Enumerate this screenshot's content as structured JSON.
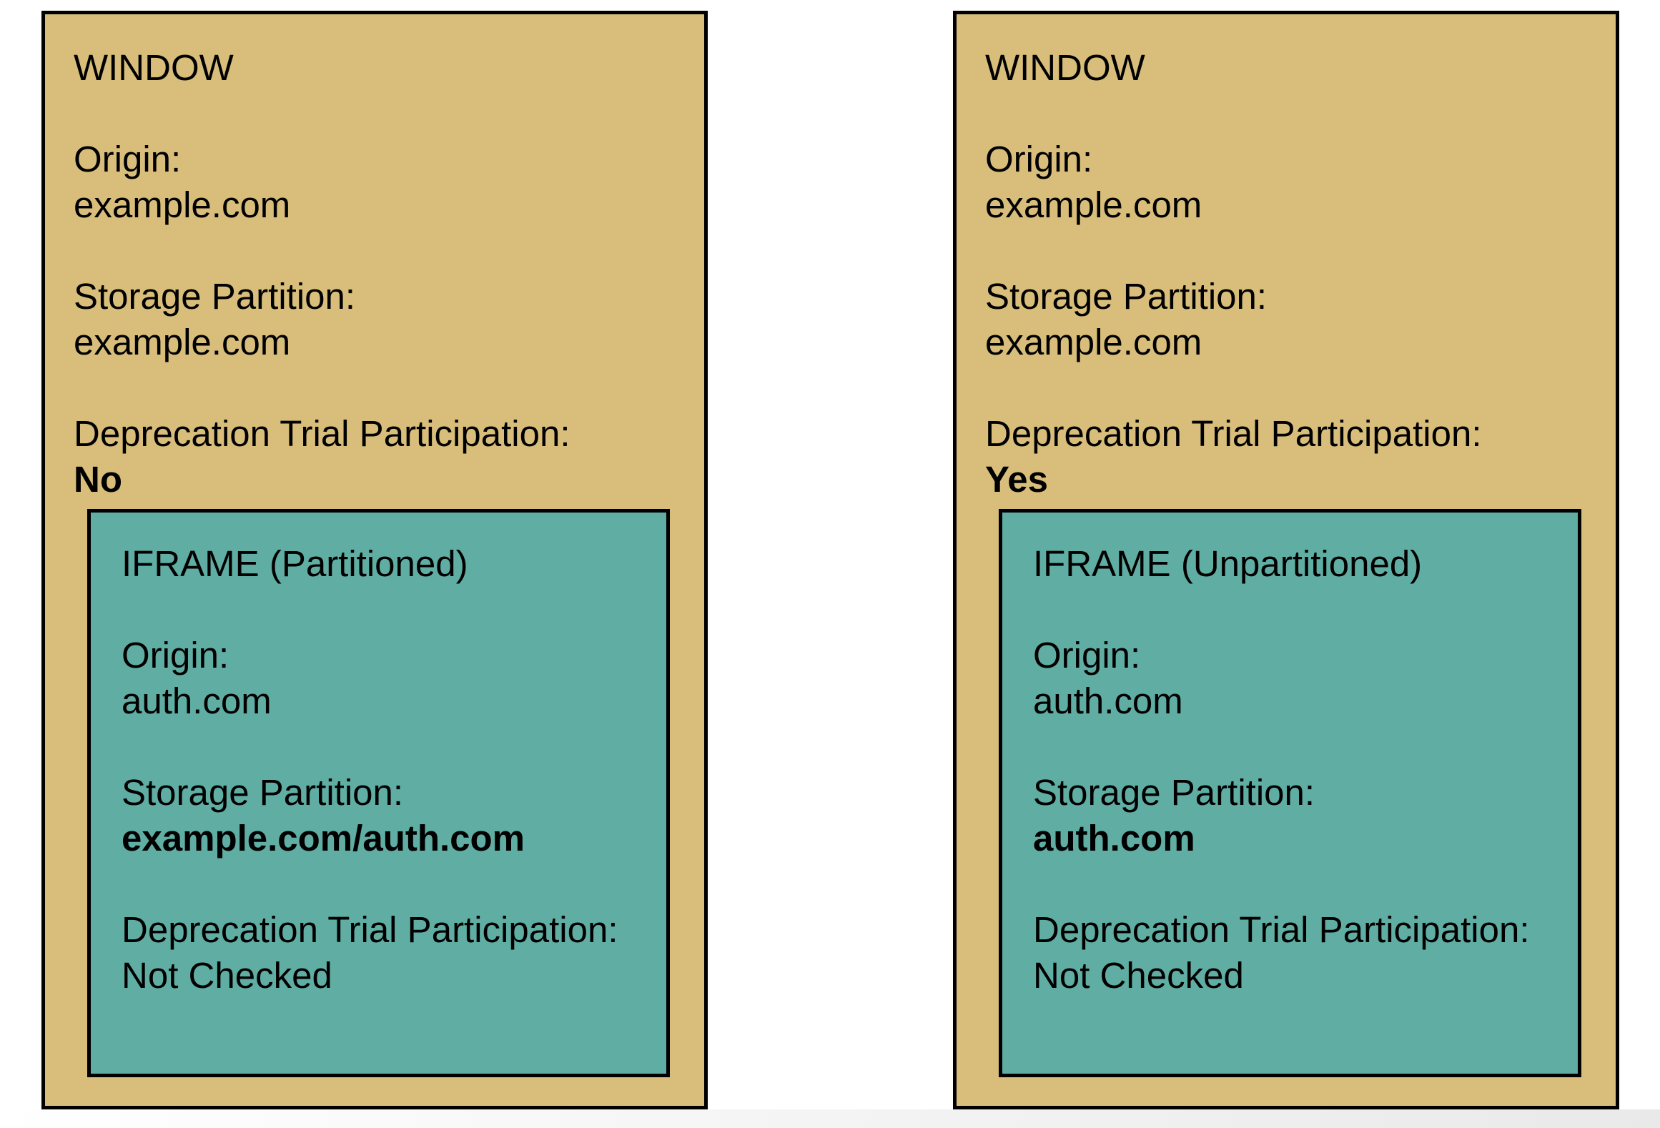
{
  "page": {
    "background": "#ffffff",
    "bottom_strip_color": "#e9e9e9"
  },
  "colors": {
    "window_fill": "#D8BE7A",
    "iframe_fill": "#5FADA3",
    "border": "#000000",
    "text": "#000000"
  },
  "panels": [
    {
      "window_label": "WINDOW",
      "origin_label": "Origin:",
      "origin_value": "example.com",
      "storage_partition_label": "Storage Partition:",
      "storage_partition_value": "example.com",
      "deprecation_trial_label": "Deprecation Trial Participation:",
      "deprecation_trial_value": "No",
      "iframe": {
        "title": "IFRAME (Partitioned)",
        "origin_label": "Origin:",
        "origin_value": "auth.com",
        "storage_partition_label": "Storage Partition:",
        "storage_partition_value": "example.com/auth.com",
        "deprecation_trial_label": "Deprecation Trial Participation:",
        "deprecation_trial_value": "Not Checked"
      }
    },
    {
      "window_label": "WINDOW",
      "origin_label": "Origin:",
      "origin_value": "example.com",
      "storage_partition_label": "Storage Partition:",
      "storage_partition_value": "example.com",
      "deprecation_trial_label": "Deprecation Trial Participation:",
      "deprecation_trial_value": "Yes",
      "iframe": {
        "title": "IFRAME (Unpartitioned)",
        "origin_label": "Origin:",
        "origin_value": "auth.com",
        "storage_partition_label": "Storage Partition:",
        "storage_partition_value": "auth.com",
        "deprecation_trial_label": "Deprecation Trial Participation:",
        "deprecation_trial_value": "Not Checked"
      }
    }
  ]
}
